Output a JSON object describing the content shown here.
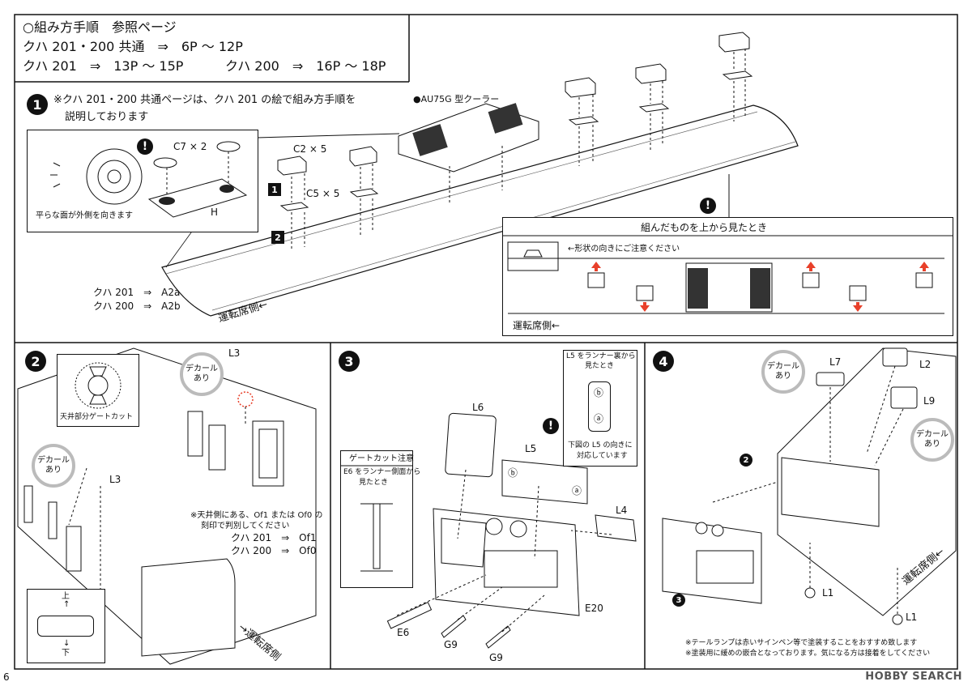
{
  "header": {
    "line1": "○組み方手順　参照ページ",
    "line2": "クハ 201・200 共通　⇒　6P ～ 12P",
    "line3a": "クハ 201　⇒　13P ～ 15P",
    "line3b": "クハ 200　⇒　16P ～ 18P"
  },
  "step1": {
    "number": "1",
    "note_line1": "※クハ 201・200 共通ページは、クハ 201 の絵で組み方手順を",
    "note_line2": "説明しております",
    "cooler_label": "●AU75G 型クーラー",
    "inset_caption": "平らな面が外側を向きます",
    "c7": "C7 × 2",
    "h": "H",
    "c2": "C2 × 5",
    "c5": "C5 × 5",
    "sub1": "1",
    "sub2": "2",
    "kuha201": "クハ 201　⇒　A2a",
    "kuha200": "クハ 200　⇒　A2b",
    "cab_side": "運転席側←",
    "topview_title": "組んだものを上から見たとき",
    "shape_note": "←形状の向きにご注意ください",
    "cab_side2": "運転席側←"
  },
  "step2": {
    "number": "2",
    "gate_cut": "天井部分ゲートカット",
    "decal": "デカール",
    "decal2": "あり",
    "l3a": "L3",
    "l3b": "L3",
    "note": "※天井側にある、Of1 または Of0 の",
    "note2": "刻印で判別してください",
    "kuha201": "クハ 201　⇒　Of1",
    "kuha200": "クハ 200　⇒　Of0",
    "up": "上",
    "down": "下",
    "cab_side": "→運転席側"
  },
  "step3": {
    "number": "3",
    "gate_note_title": "ゲートカット注意",
    "gate_note1": "E6 をランナー側面から",
    "gate_note2": "見たとき",
    "l5_view1": "L5 をランナー裏から",
    "l5_view2": "見たとき",
    "l5_note1": "下図の L5 の向きに",
    "l5_note2": "対応しています",
    "l6": "L6",
    "l5": "L5",
    "l4": "L4",
    "e20": "E20",
    "e6": "E6",
    "g9a": "G9",
    "g9b": "G9",
    "a": "ⓐ",
    "b": "ⓑ"
  },
  "step4": {
    "number": "4",
    "decal": "デカール",
    "decal2": "あり",
    "l7": "L7",
    "l2": "L2",
    "l9": "L9",
    "l1a": "L1",
    "l1b": "L1",
    "ref2": "2",
    "ref3": "3",
    "cab_side": "運転席側←",
    "note1": "※テールランプは赤いサインペン等で塗装することをおすすめ致します",
    "note2": "※塗装用に緩めの嵌合となっております。気になる方は接着をしてください"
  },
  "footer": {
    "page": "6",
    "watermark": "HOBBY SEARCH"
  },
  "colors": {
    "accent_red": "#e8402a",
    "line": "#111111",
    "decal_ring": "#bbbbbb"
  }
}
